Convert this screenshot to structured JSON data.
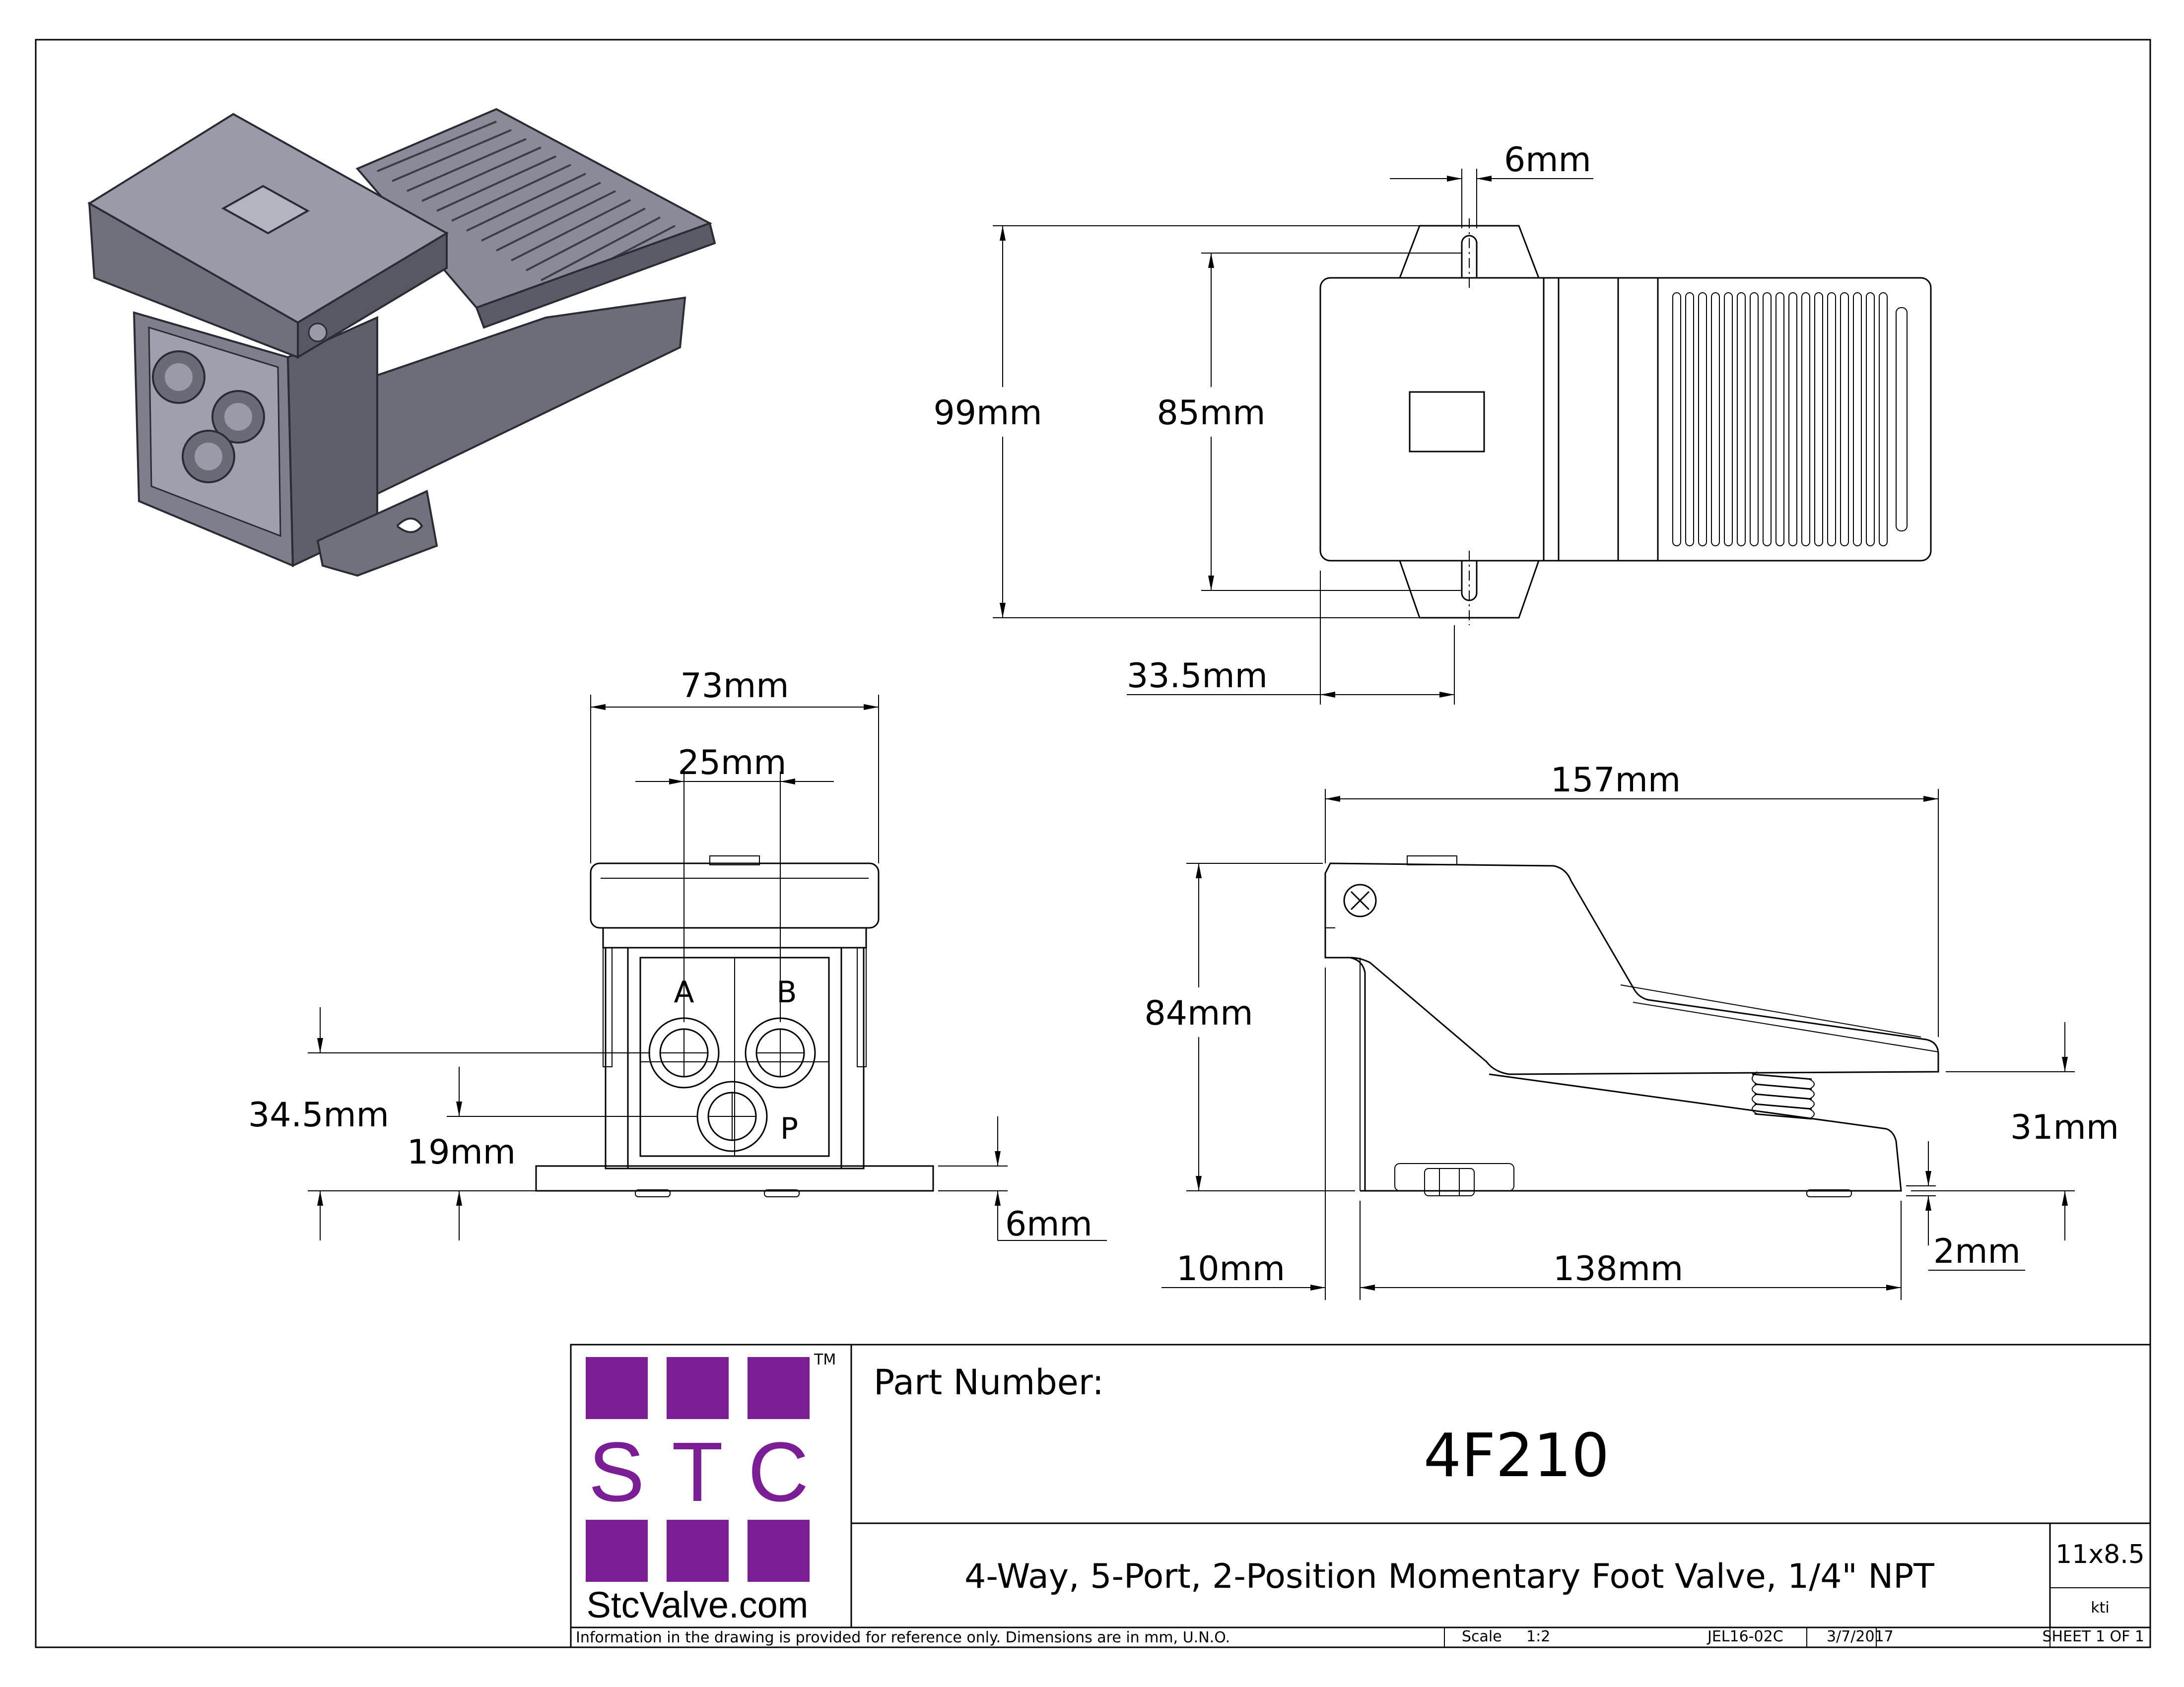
{
  "colors": {
    "logo_purple": "#7b1e96",
    "iso_body": "#7e7f8c",
    "iso_dark": "#4a4b55",
    "iso_light": "#a6a7b4"
  },
  "logo": {
    "letters": [
      "S",
      "T",
      "C"
    ],
    "trademark": "TM",
    "url": "StcValve.com"
  },
  "dimensions": {
    "top_view": {
      "slot_width": "6mm",
      "overall_height": "99mm",
      "mount_spacing": "85mm",
      "slot_offset": "33.5mm"
    },
    "front_view": {
      "overall_width": "73mm",
      "port_spacing": "25mm",
      "upper_port_height": "34.5mm",
      "lower_port_height": "19mm",
      "base_thickness": "6mm",
      "ports": [
        "A",
        "B",
        "P"
      ]
    },
    "side_view": {
      "overall_length": "157mm",
      "overall_height": "84mm",
      "pedal_height": "31mm",
      "heel_offset": "10mm",
      "base_length": "138mm",
      "pedal_clearance": "2mm"
    }
  },
  "title_block": {
    "part_number_label": "Part Number:",
    "part_number": "4F210",
    "description": "4-Way, 5-Port, 2-Position Momentary Foot Valve, 1/4\" NPT",
    "size": "11x8.5",
    "drawn_by": "kti",
    "disclaimer": "Information in the drawing is provided for reference only. Dimensions are in mm, U.N.O.",
    "scale_label": "Scale",
    "scale_value": "1:2",
    "drawing_number": "JEL16-02C",
    "date": "3/7/2017",
    "sheet": "SHEET 1 OF 1"
  }
}
